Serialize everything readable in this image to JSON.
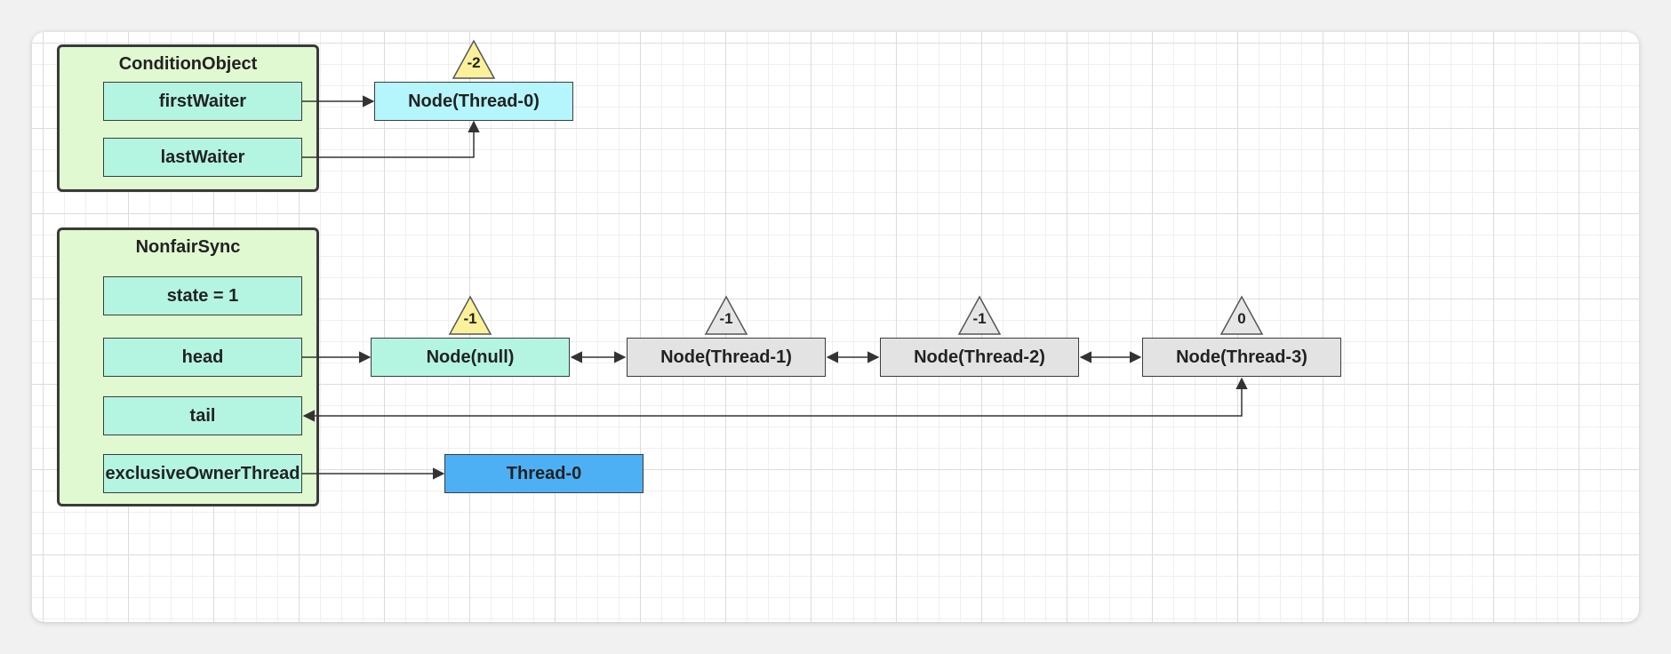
{
  "condition_object": {
    "title": "ConditionObject",
    "fields": [
      "firstWaiter",
      "lastWaiter"
    ]
  },
  "nonfair_sync": {
    "title": "NonfairSync",
    "fields": [
      "state = 1",
      "head",
      "tail",
      "exclusiveOwnerThread"
    ]
  },
  "condition_queue": {
    "nodes": [
      {
        "label": "Node(Thread-0)",
        "wait_status": "-2"
      }
    ]
  },
  "wait_queue": {
    "nodes": [
      {
        "label": "Node(null)",
        "wait_status": "-1"
      },
      {
        "label": "Node(Thread-1)",
        "wait_status": "-1"
      },
      {
        "label": "Node(Thread-2)",
        "wait_status": "-1"
      },
      {
        "label": "Node(Thread-3)",
        "wait_status": "0"
      }
    ]
  },
  "owner_thread": {
    "label": "Thread-0"
  },
  "colors": {
    "container_bg": "#e0f9d0",
    "field_bg": "#b3f5e1",
    "node_cyan": "#b4f6fb",
    "node_gray": "#e3e3e3",
    "node_blue": "#4db0f4",
    "badge_yellow": "#fbf19a",
    "badge_gray": "#e6e6e6"
  }
}
